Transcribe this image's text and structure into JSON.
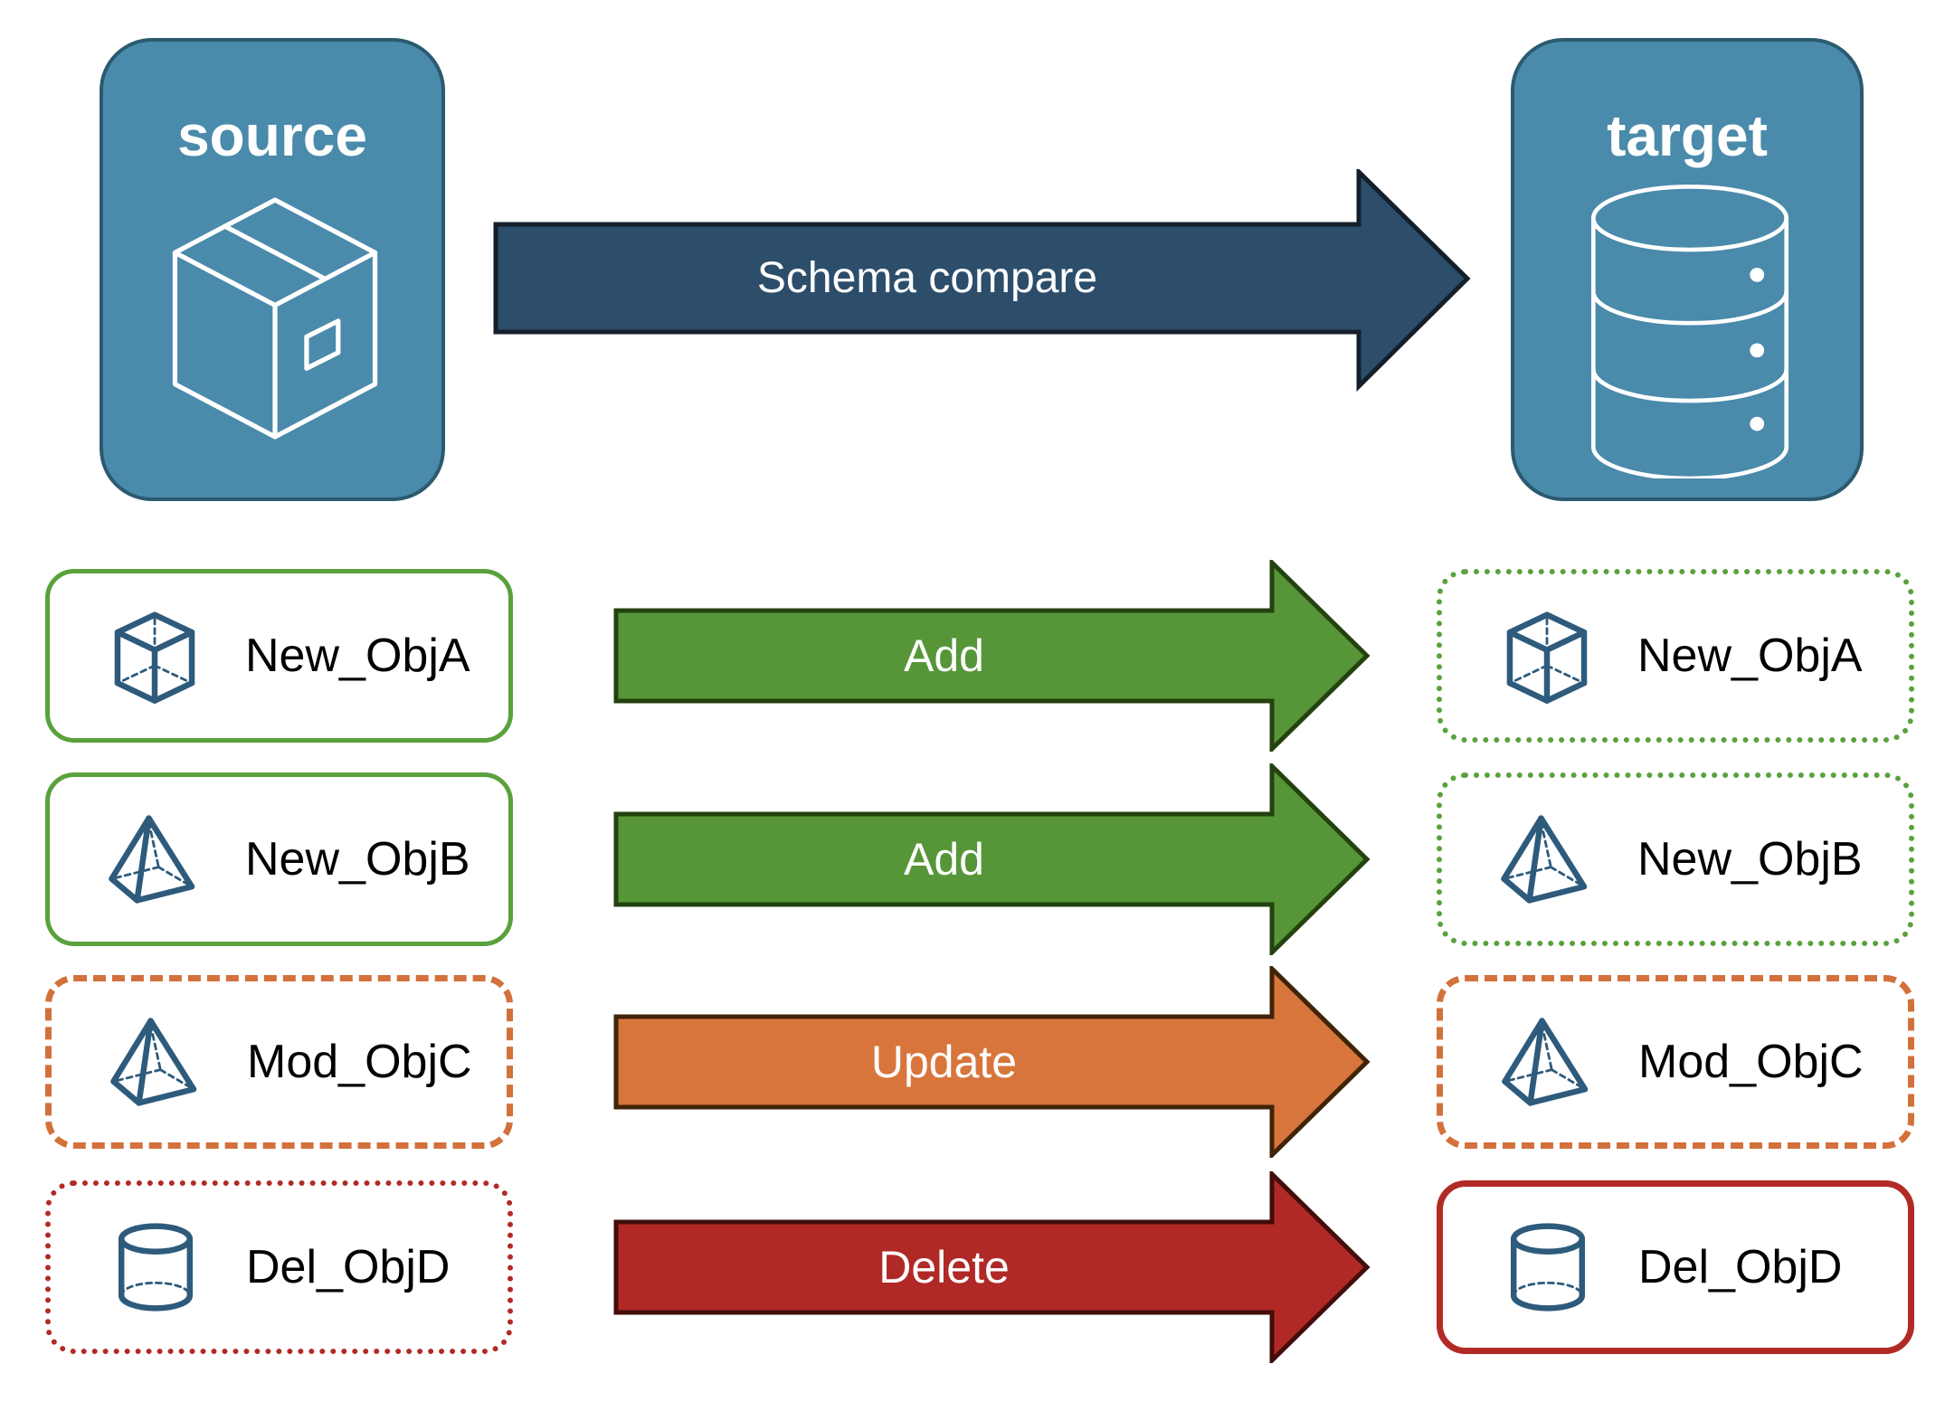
{
  "nodes": {
    "source": {
      "label": "source",
      "icon": "package-icon"
    },
    "target": {
      "label": "target",
      "icon": "database-icon"
    }
  },
  "compare_arrow": {
    "label": "Schema compare"
  },
  "rows": [
    {
      "left": {
        "label": "New_ObjA",
        "icon": "cube-icon",
        "border": "solid-green"
      },
      "arrow": {
        "label": "Add",
        "color": "green"
      },
      "right": {
        "label": "New_ObjA",
        "icon": "cube-icon",
        "border": "dotted-green"
      }
    },
    {
      "left": {
        "label": "New_ObjB",
        "icon": "pyramid-icon",
        "border": "solid-green"
      },
      "arrow": {
        "label": "Add",
        "color": "green"
      },
      "right": {
        "label": "New_ObjB",
        "icon": "pyramid-icon",
        "border": "dotted-green"
      }
    },
    {
      "left": {
        "label": "Mod_ObjC",
        "icon": "pyramid-icon",
        "border": "dashed-orange"
      },
      "arrow": {
        "label": "Update",
        "color": "orange"
      },
      "right": {
        "label": "Mod_ObjC",
        "icon": "pyramid-icon",
        "border": "dashed-orange"
      }
    },
    {
      "left": {
        "label": "Del_ObjD",
        "icon": "cylinder-icon",
        "border": "dotted-red"
      },
      "arrow": {
        "label": "Delete",
        "color": "red"
      },
      "right": {
        "label": "Del_ObjD",
        "icon": "cylinder-icon",
        "border": "solid-red"
      }
    }
  ],
  "colors": {
    "node_fill": "#4A8AAB",
    "node_border": "#2B5A70",
    "compare_arrow_fill": "#2C4E6B",
    "compare_arrow_outline": "#141F2B",
    "add_arrow_fill": "#569638",
    "add_arrow_outline": "#24420F",
    "update_arrow_fill": "#D8753C",
    "update_arrow_outline": "#3F2408",
    "delete_arrow_fill": "#B02926",
    "delete_arrow_outline": "#420D0B",
    "green_border": "#5AA13C",
    "orange_border": "#D2713B",
    "red_border": "#B22A26",
    "icon_blue": "#2E5B7C"
  }
}
